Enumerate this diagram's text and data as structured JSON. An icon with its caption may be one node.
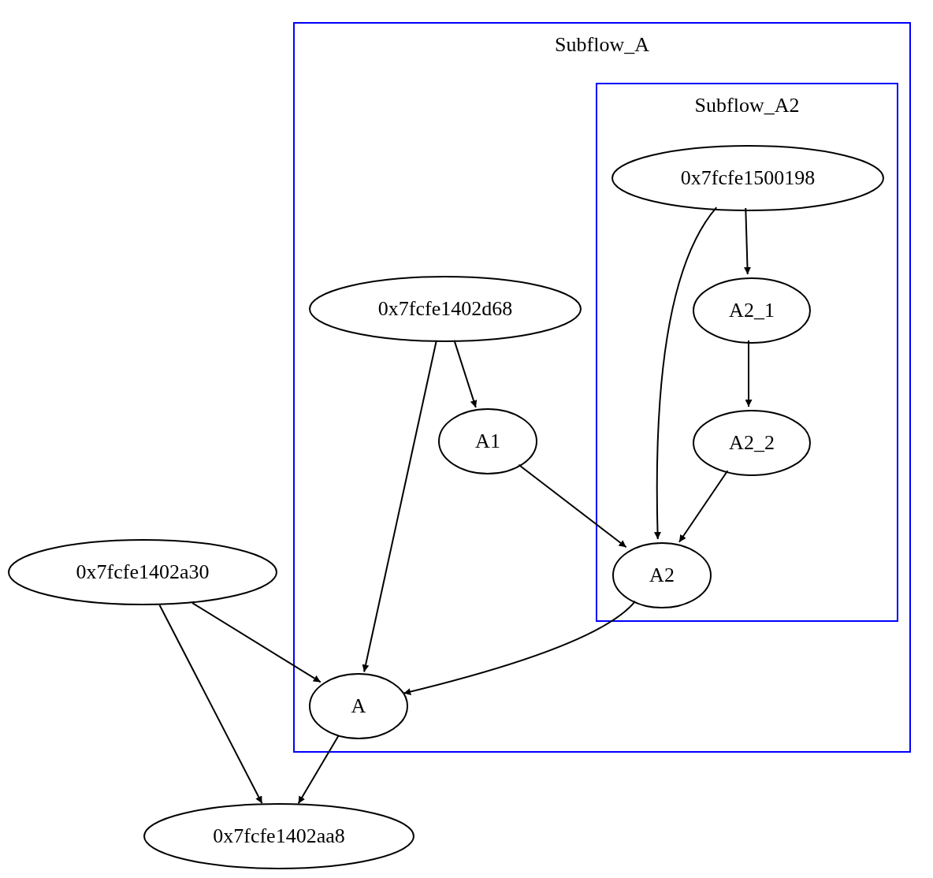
{
  "diagram": {
    "nodes": [
      {
        "text": [
          "Subflow_A"
        ]
      },
      {
        "text": [
          "Subflow_A2"
        ],
        "in": 0
      },
      {
        "text": [
          "0x7fcfe1500198"
        ],
        "in": 1
      },
      {
        "text": [
          "A2_1"
        ],
        "in": 1
      },
      {
        "text": [
          "A2_2"
        ],
        "in": 1
      },
      {
        "text": [
          "A2"
        ],
        "in": 1
      },
      {
        "text": [
          "0x7fcfe1402d68"
        ],
        "in": 0
      },
      {
        "text": [
          "A1"
        ],
        "in": 0
      },
      {
        "text": [
          "A"
        ],
        "in": 0
      },
      {
        "text": [
          "0x7fcfe1402a30"
        ]
      },
      {
        "text": [
          "0x7fcfe1402aa8"
        ]
      }
    ],
    "edges": [
      {
        "from": 2,
        "to": 3,
        "arrow": "to"
      },
      {
        "from": 2,
        "to": 5,
        "arrow": "to"
      },
      {
        "from": 3,
        "to": 4,
        "arrow": "to"
      },
      {
        "from": 4,
        "to": 5,
        "arrow": "to"
      },
      {
        "from": 6,
        "to": 7,
        "arrow": "to"
      },
      {
        "from": 6,
        "to": 8,
        "arrow": "to"
      },
      {
        "from": 7,
        "to": 5,
        "arrow": "to"
      },
      {
        "from": 5,
        "to": 8,
        "arrow": "to"
      },
      {
        "from": 9,
        "to": 8,
        "arrow": "to"
      },
      {
        "from": 9,
        "to": 10,
        "arrow": "to"
      },
      {
        "from": 8,
        "to": 10,
        "arrow": "to"
      }
    ]
  }
}
